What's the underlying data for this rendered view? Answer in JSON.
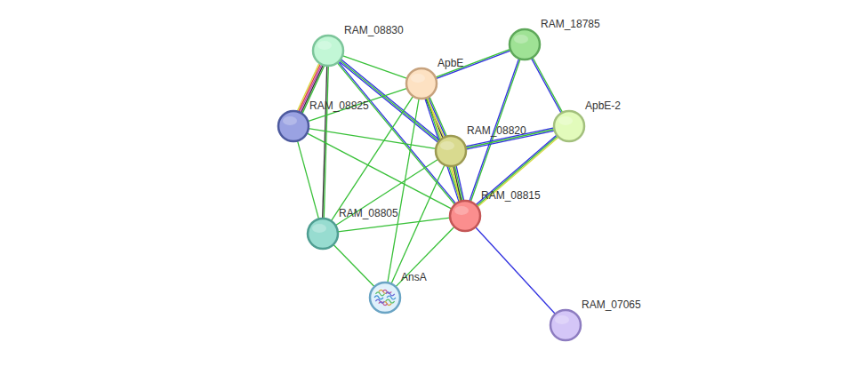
{
  "diagram": {
    "nodes": [
      {
        "text": [
          "RAM_08830"
        ]
      },
      {
        "text": [
          "RAM_18785"
        ]
      },
      {
        "text": [
          "ApbE"
        ]
      },
      {
        "text": [
          "RAM_08825"
        ]
      },
      {
        "text": [
          "ApbE-2"
        ]
      },
      {
        "text": [
          "RAM_08820"
        ]
      },
      {
        "text": [
          "RAM_08815"
        ]
      },
      {
        "text": [
          "RAM_08805"
        ]
      },
      {
        "text": [
          "AnsA"
        ]
      },
      {
        "text": [
          "RAM_07065"
        ]
      }
    ],
    "edges": [
      {
        "from": 0,
        "to": 3,
        "arrow": "none"
      },
      {
        "from": 0,
        "to": 2,
        "arrow": "none"
      },
      {
        "from": 0,
        "to": 5,
        "arrow": "none"
      },
      {
        "from": 0,
        "to": 6,
        "arrow": "none"
      },
      {
        "from": 0,
        "to": 7,
        "arrow": "none"
      },
      {
        "from": 1,
        "to": 2,
        "arrow": "none"
      },
      {
        "from": 1,
        "to": 4,
        "arrow": "none"
      },
      {
        "from": 1,
        "to": 6,
        "arrow": "none"
      },
      {
        "from": 2,
        "to": 3,
        "arrow": "none"
      },
      {
        "from": 2,
        "to": 5,
        "arrow": "none"
      },
      {
        "from": 2,
        "to": 6,
        "arrow": "none"
      },
      {
        "from": 2,
        "to": 7,
        "arrow": "none"
      },
      {
        "from": 2,
        "to": 8,
        "arrow": "none"
      },
      {
        "from": 3,
        "to": 5,
        "arrow": "none"
      },
      {
        "from": 3,
        "to": 6,
        "arrow": "none"
      },
      {
        "from": 3,
        "to": 7,
        "arrow": "none"
      },
      {
        "from": 4,
        "to": 5,
        "arrow": "none"
      },
      {
        "from": 4,
        "to": 6,
        "arrow": "none"
      },
      {
        "from": 5,
        "to": 6,
        "arrow": "none"
      },
      {
        "from": 5,
        "to": 7,
        "arrow": "none"
      },
      {
        "from": 5,
        "to": 8,
        "arrow": "none"
      },
      {
        "from": 7,
        "to": 6,
        "arrow": "none"
      },
      {
        "from": 7,
        "to": 8,
        "arrow": "none"
      },
      {
        "from": 6,
        "to": 8,
        "arrow": "none"
      },
      {
        "from": 6,
        "to": 9,
        "arrow": "none"
      }
    ]
  }
}
